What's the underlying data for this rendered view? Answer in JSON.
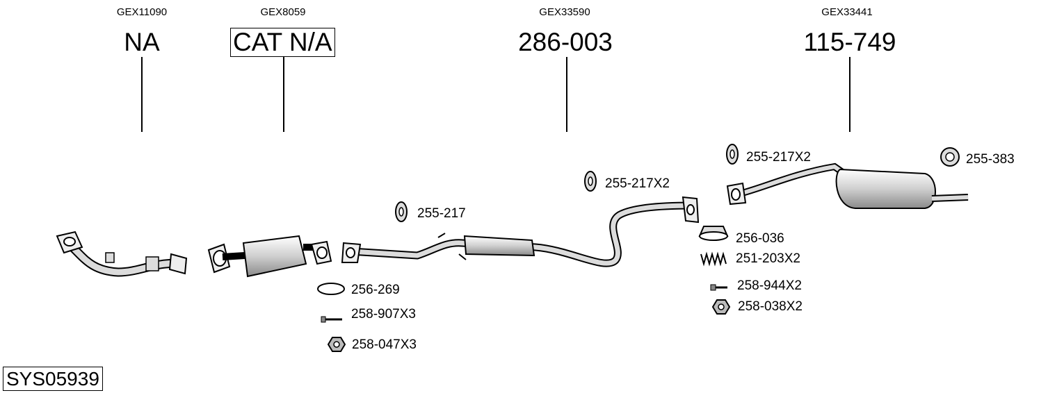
{
  "system_id": "SYS05939",
  "columns": [
    {
      "ref": "GEX11090",
      "part": "NA"
    },
    {
      "ref": "GEX8059",
      "part": "CAT N/A"
    },
    {
      "ref": "GEX33590",
      "part": "286-003"
    },
    {
      "ref": "GEX33441",
      "part": "115-749"
    }
  ],
  "labels": {
    "l1": "255-217",
    "l2": "255-217X2",
    "l3": "255-217X2",
    "l4": "255-383",
    "l5": "256-269",
    "l6": "258-907X3",
    "l7": "258-047X3",
    "l8": "256-036",
    "l9": "251-203X2",
    "l10": "258-944X2",
    "l11": "258-038X2"
  }
}
